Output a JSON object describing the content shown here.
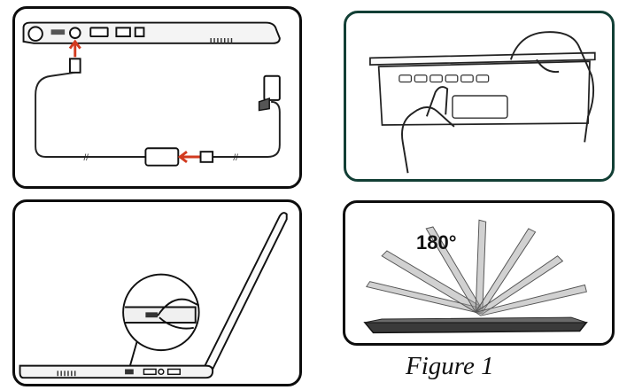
{
  "figure": {
    "caption": "Figure 1",
    "rotation_label": "180°"
  },
  "colors": {
    "frame": "#0d0d0d",
    "frame_teal": "#123f35",
    "arrow": "#d23a1f",
    "line": "#222222"
  },
  "panels": [
    {
      "id": "power-connection",
      "icon": "power-adapter-icon"
    },
    {
      "id": "open-lid",
      "icon": "hands-opening-lid-icon"
    },
    {
      "id": "power-button",
      "icon": "finger-power-button-icon"
    },
    {
      "id": "lid-rotation",
      "icon": "rotating-lid-icon"
    }
  ]
}
